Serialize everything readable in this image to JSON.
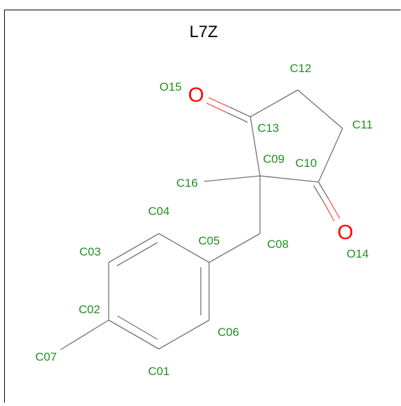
{
  "molecule": {
    "title": "L7Z",
    "atoms": {
      "C01": "C01",
      "C02": "C02",
      "C03": "C03",
      "C04": "C04",
      "C05": "C05",
      "C06": "C06",
      "C07": "C07",
      "C08": "C08",
      "C09": "C09",
      "C10": "C10",
      "C11": "C11",
      "C12": "C12",
      "C13": "C13",
      "C16": "C16",
      "O14": "O14",
      "O15": "O15"
    },
    "oxygen_symbol": "O",
    "colors": {
      "label_green": "#1f8f1f",
      "oxygen_red": "#ff0000",
      "bond_gray": "#707070",
      "frame_black": "#000000"
    }
  }
}
